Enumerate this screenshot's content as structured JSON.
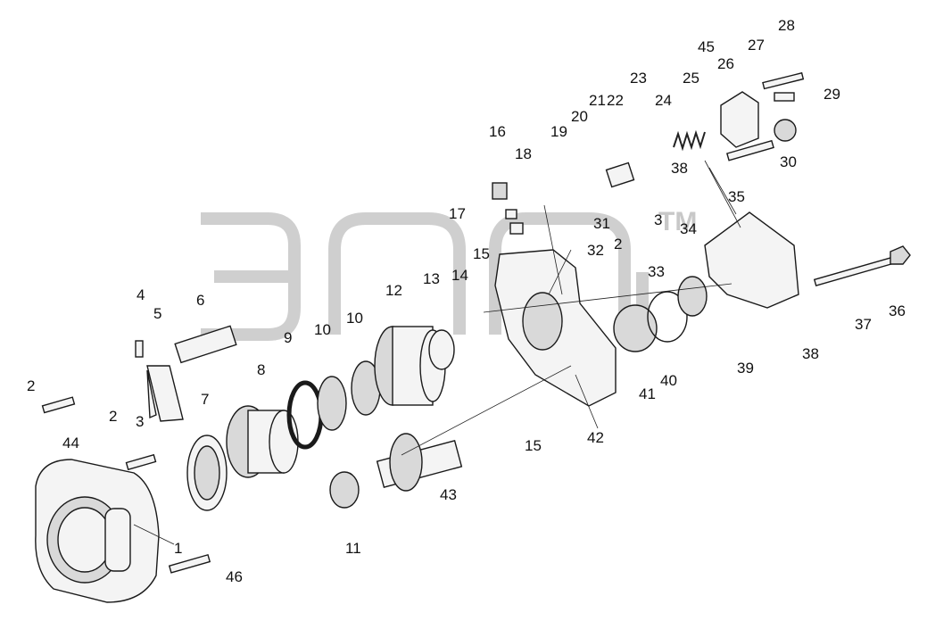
{
  "diagram": {
    "watermark": {
      "mark": "TM"
    },
    "callouts": [
      "1",
      "2",
      "3",
      "4",
      "5",
      "6",
      "7",
      "8",
      "9",
      "10",
      "11",
      "12",
      "13",
      "14",
      "15",
      "16",
      "17",
      "18",
      "19",
      "20",
      "21",
      "22",
      "23",
      "24",
      "25",
      "26",
      "27",
      "28",
      "29",
      "30",
      "31",
      "32",
      "33",
      "34",
      "35",
      "36",
      "37",
      "38",
      "39",
      "40",
      "41",
      "42",
      "43",
      "44",
      "45",
      "46"
    ]
  }
}
